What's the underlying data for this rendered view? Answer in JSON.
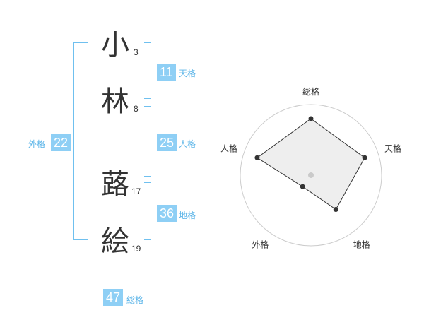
{
  "name": {
    "chars": [
      {
        "char": "小",
        "strokes": "3"
      },
      {
        "char": "林",
        "strokes": "8"
      },
      {
        "char": "蕗",
        "strokes": "17"
      },
      {
        "char": "絵",
        "strokes": "19"
      }
    ]
  },
  "fortunes": {
    "tenkaku": {
      "label": "天格",
      "value": "11"
    },
    "jinkaku": {
      "label": "人格",
      "value": "25"
    },
    "chikaku": {
      "label": "地格",
      "value": "36"
    },
    "gaikaku": {
      "label": "外格",
      "value": "22"
    },
    "soukaku": {
      "label": "総格",
      "value": "47"
    }
  },
  "colors": {
    "accent": "#8ecff5",
    "bracket": "#6fc0ef",
    "label": "#5ab4e8"
  },
  "chart_data": {
    "type": "radar",
    "axes": [
      "総格",
      "天格",
      "地格",
      "外格",
      "人格"
    ],
    "values": [
      4,
      4,
      3,
      1,
      4
    ],
    "range": [
      0,
      5
    ],
    "grid": true
  }
}
